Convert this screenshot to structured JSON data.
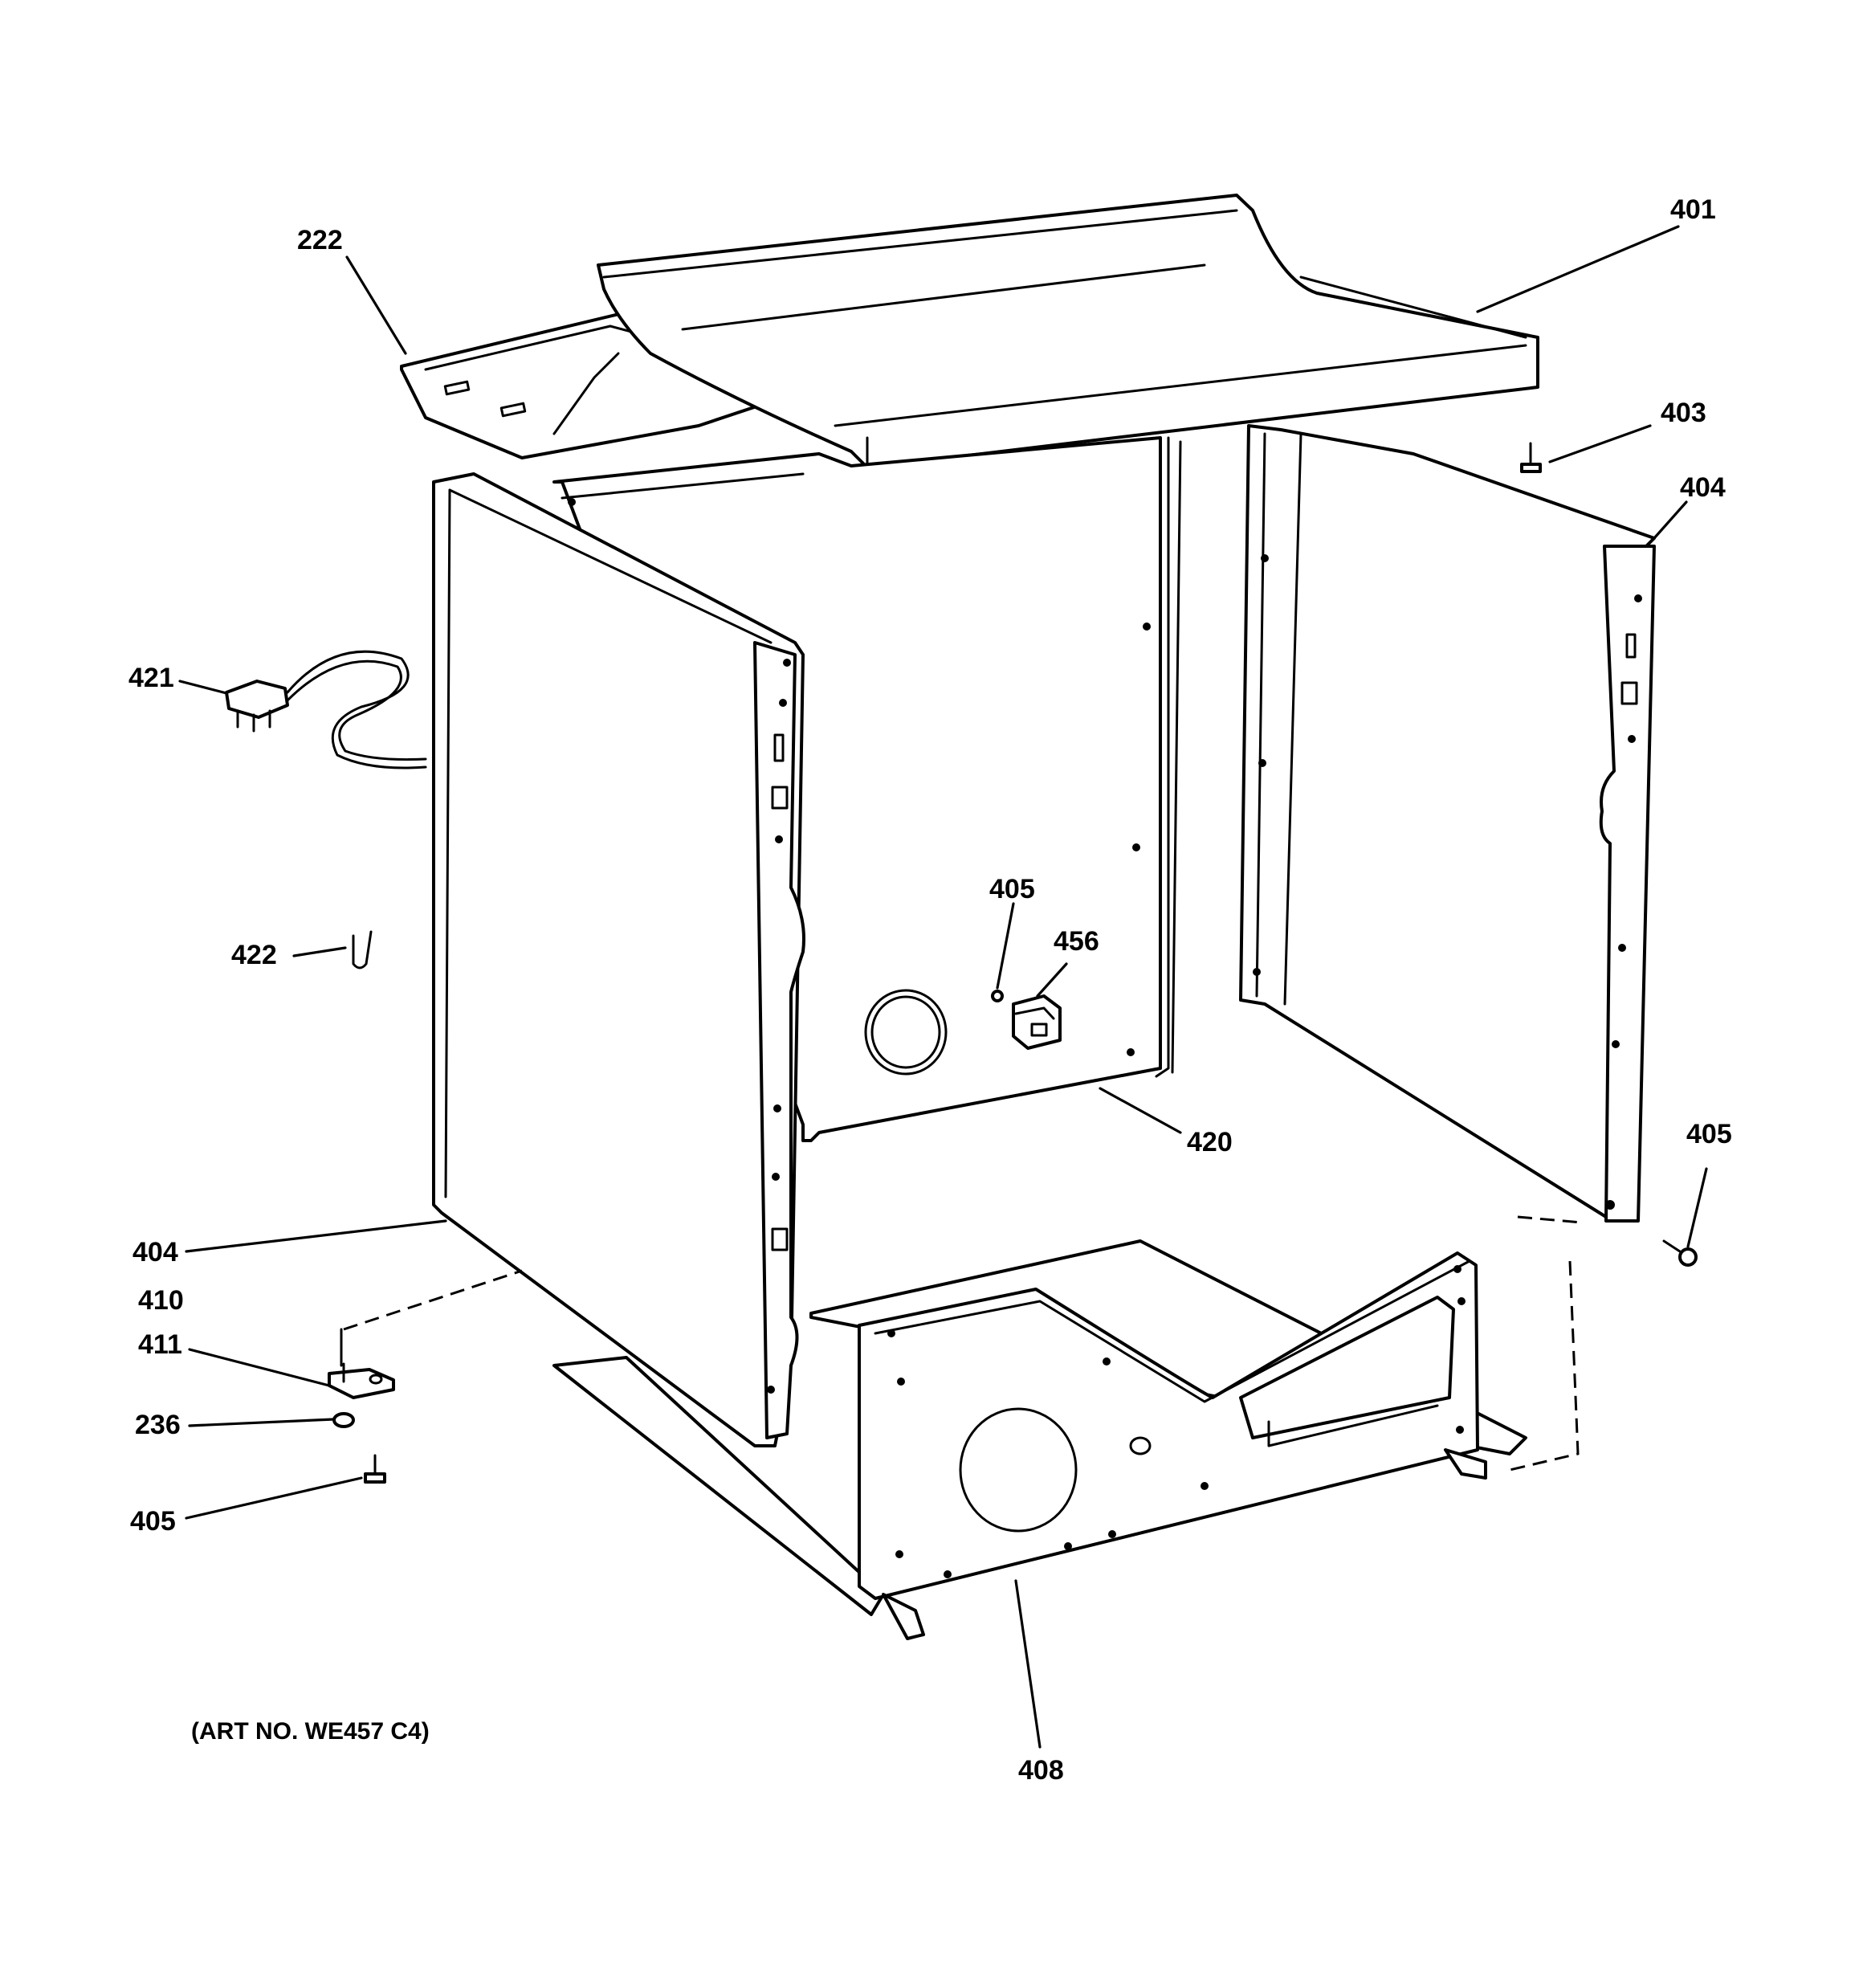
{
  "caption": "(ART NO. WE457 C4)",
  "callouts": {
    "c222": "222",
    "c401": "401",
    "c403": "403",
    "c404_right": "404",
    "c421": "421",
    "c405_center": "405",
    "c456": "456",
    "c422": "422",
    "c420": "420",
    "c405_right": "405",
    "c404_left": "404",
    "c410": "410",
    "c411": "411",
    "c236": "236",
    "c405_left": "405",
    "c408": "408"
  }
}
